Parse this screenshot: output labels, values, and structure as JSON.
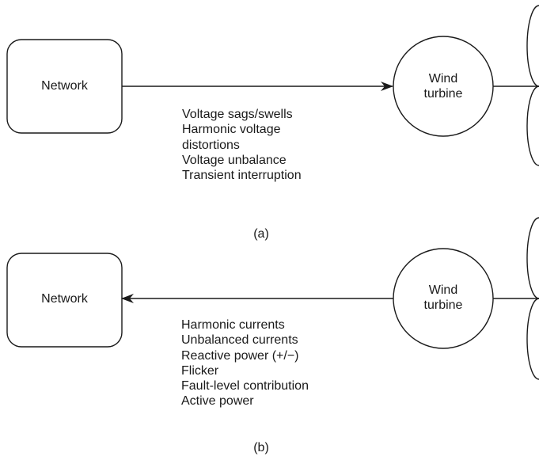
{
  "panel_a": {
    "network_label": "Network",
    "turbine_label_line1": "Wind",
    "turbine_label_line2": "turbine",
    "effects": [
      "Voltage sags/swells",
      "Harmonic voltage",
      "distortions",
      "Voltage unbalance",
      "Transient interruption"
    ],
    "caption": "(a)"
  },
  "panel_b": {
    "network_label": "Network",
    "turbine_label_line1": "Wind",
    "turbine_label_line2": "turbine",
    "effects": [
      "Harmonic currents",
      "Unbalanced currents",
      "Reactive power (+/−)",
      "Flicker",
      "Fault-level contribution",
      "Active power"
    ],
    "caption": "(b)"
  }
}
